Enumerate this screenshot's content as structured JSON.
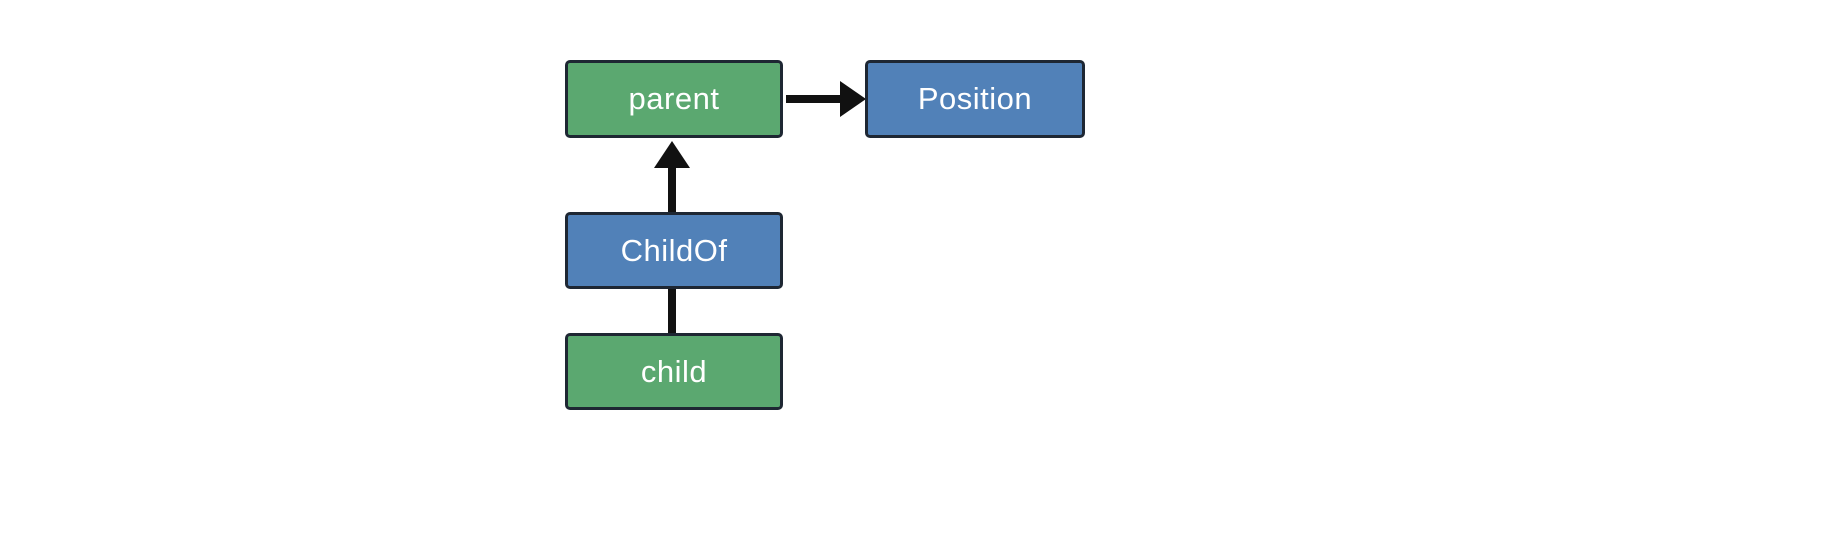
{
  "diagram": {
    "title": "entity-relationship-diagram",
    "nodes": {
      "parent": {
        "label": "parent",
        "kind": "entity",
        "color": "#5ba870"
      },
      "position": {
        "label": "Position",
        "kind": "component",
        "color": "#5181b8"
      },
      "childof": {
        "label": "ChildOf",
        "kind": "relationship",
        "color": "#5181b8"
      },
      "child": {
        "label": "child",
        "kind": "entity",
        "color": "#5ba870"
      }
    },
    "edges": [
      {
        "from": "parent",
        "to": "Position",
        "style": "arrow",
        "direction": "right"
      },
      {
        "from": "ChildOf",
        "to": "parent",
        "style": "arrow",
        "direction": "up"
      },
      {
        "from": "child",
        "to": "ChildOf",
        "style": "line",
        "direction": "up"
      }
    ],
    "colors": {
      "entity_green": "#5ba870",
      "pair_blue": "#5181b8",
      "node_border": "#1e2733",
      "edge_black": "#111111",
      "label_text": "#ffffff",
      "background": "#ffffff"
    }
  }
}
